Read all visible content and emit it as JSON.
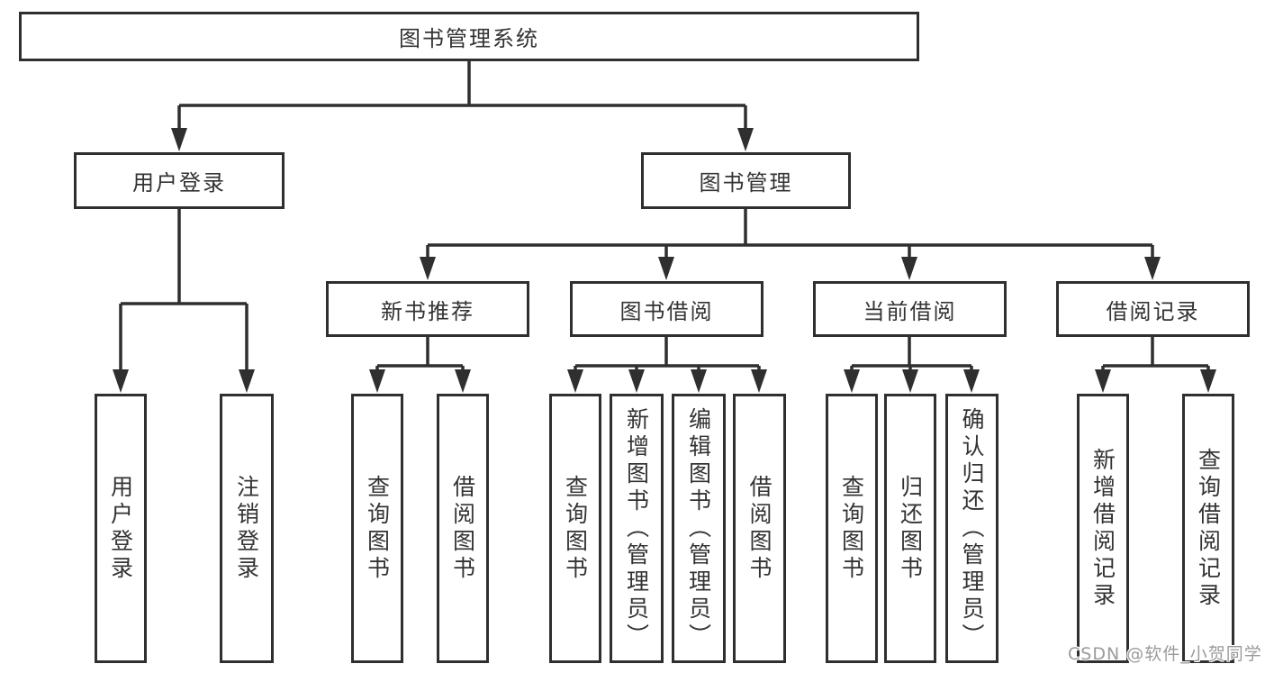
{
  "diagram": {
    "title": "图书管理系统",
    "level2": {
      "user_login": "用户登录",
      "book_mgmt": "图书管理"
    },
    "level3": {
      "new_book_rec": "新书推荐",
      "book_borrow": "图书借阅",
      "current_borrow": "当前借阅",
      "borrow_records": "借阅记录"
    },
    "leaves": {
      "user_login": [
        "用户登录",
        "注销登录"
      ],
      "new_book_rec": [
        "查询图书",
        "借阅图书"
      ],
      "book_borrow": [
        "查询图书",
        "新增图书（管理员）",
        "编辑图书（管理员）",
        "借阅图书"
      ],
      "current_borrow": [
        "查询图书",
        "归还图书",
        "确认归还（管理员）"
      ],
      "borrow_records": [
        "新增借阅记录",
        "查询借阅记录"
      ]
    },
    "line_color": "#2f2f2f"
  },
  "watermark": {
    "text": "CSDN @软件_小贺同学",
    "color": "#9b9b9b"
  }
}
